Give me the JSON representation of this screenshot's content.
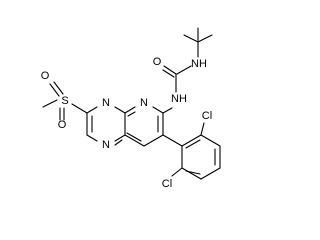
{
  "molecule": {
    "atom_labels": {
      "nh_tbu": "NH",
      "carbonyl_o": "O",
      "nh_link": "NH",
      "sulfonyl_o_left": "O",
      "sulfonyl_s": "S",
      "sulfonyl_o_bottom": "O",
      "ring_n1": "N",
      "ring_n8": "N",
      "ring_n3": "N",
      "cl_top": "Cl",
      "cl_bottom": "Cl"
    }
  }
}
